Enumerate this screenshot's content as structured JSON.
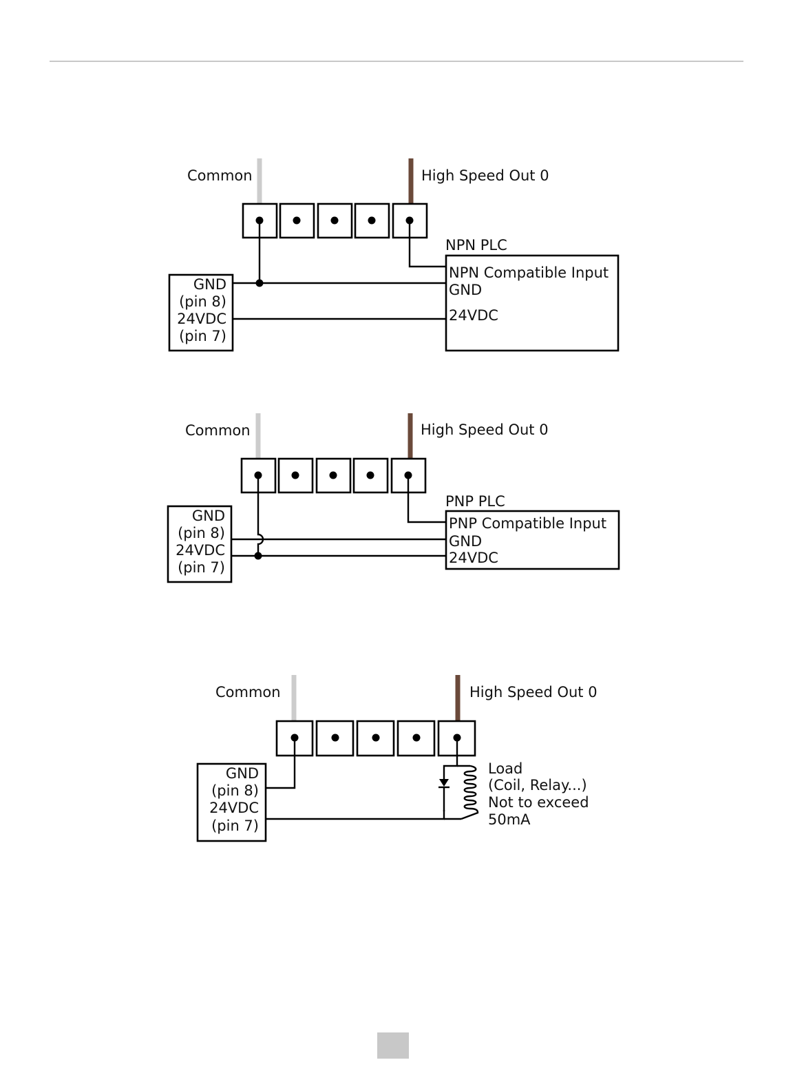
{
  "colors": {
    "common_wire": "#cccccc",
    "high_speed_wire": "#6b4a3a",
    "header_rule": "#c8c8c8",
    "page_number_box": "#c8c8c8"
  },
  "diagrams": [
    {
      "common_label": "Common",
      "output_label": "High Speed Out 0",
      "supply_lines": [
        "GND",
        "(pin 8)",
        "24VDC",
        "(pin 7)"
      ],
      "plc_title": "NPN PLC",
      "plc_lines": [
        "NPN Compatible Input",
        "GND",
        "24VDC"
      ]
    },
    {
      "common_label": "Common",
      "output_label": "High Speed Out 0",
      "supply_lines": [
        "GND",
        "(pin 8)",
        "24VDC",
        "(pin 7)"
      ],
      "plc_title": "PNP PLC",
      "plc_lines": [
        "PNP Compatible Input",
        "GND",
        "24VDC"
      ]
    },
    {
      "common_label": "Common",
      "output_label": "High Speed Out 0",
      "supply_lines": [
        "GND",
        "(pin 8)",
        "24VDC",
        "(pin 7)"
      ],
      "load_lines": [
        "Load",
        "(Coil, Relay...)",
        "Not to exceed",
        "50mA"
      ],
      "load_icon": "coil-with-flyback-diode-icon"
    }
  ]
}
